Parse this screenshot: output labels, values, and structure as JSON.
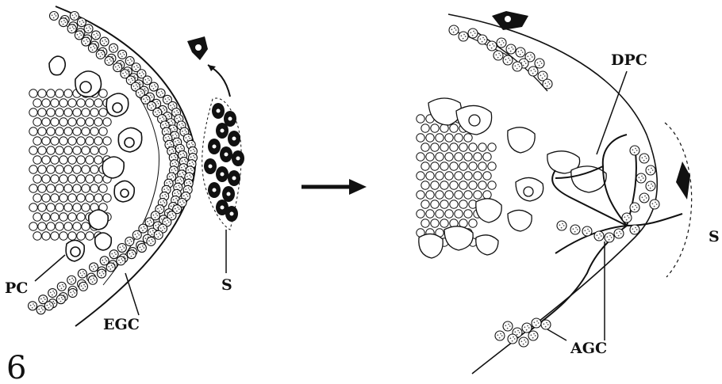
{
  "figure_number": "6",
  "labels": {
    "pc": "PC",
    "egc": "EGC",
    "s_left": "S",
    "dpc": "DPC",
    "s_right": "S",
    "agc": "AGC"
  },
  "colors": {
    "ink": "#111111",
    "paper": "#ffffff",
    "stipple": "#555555"
  }
}
